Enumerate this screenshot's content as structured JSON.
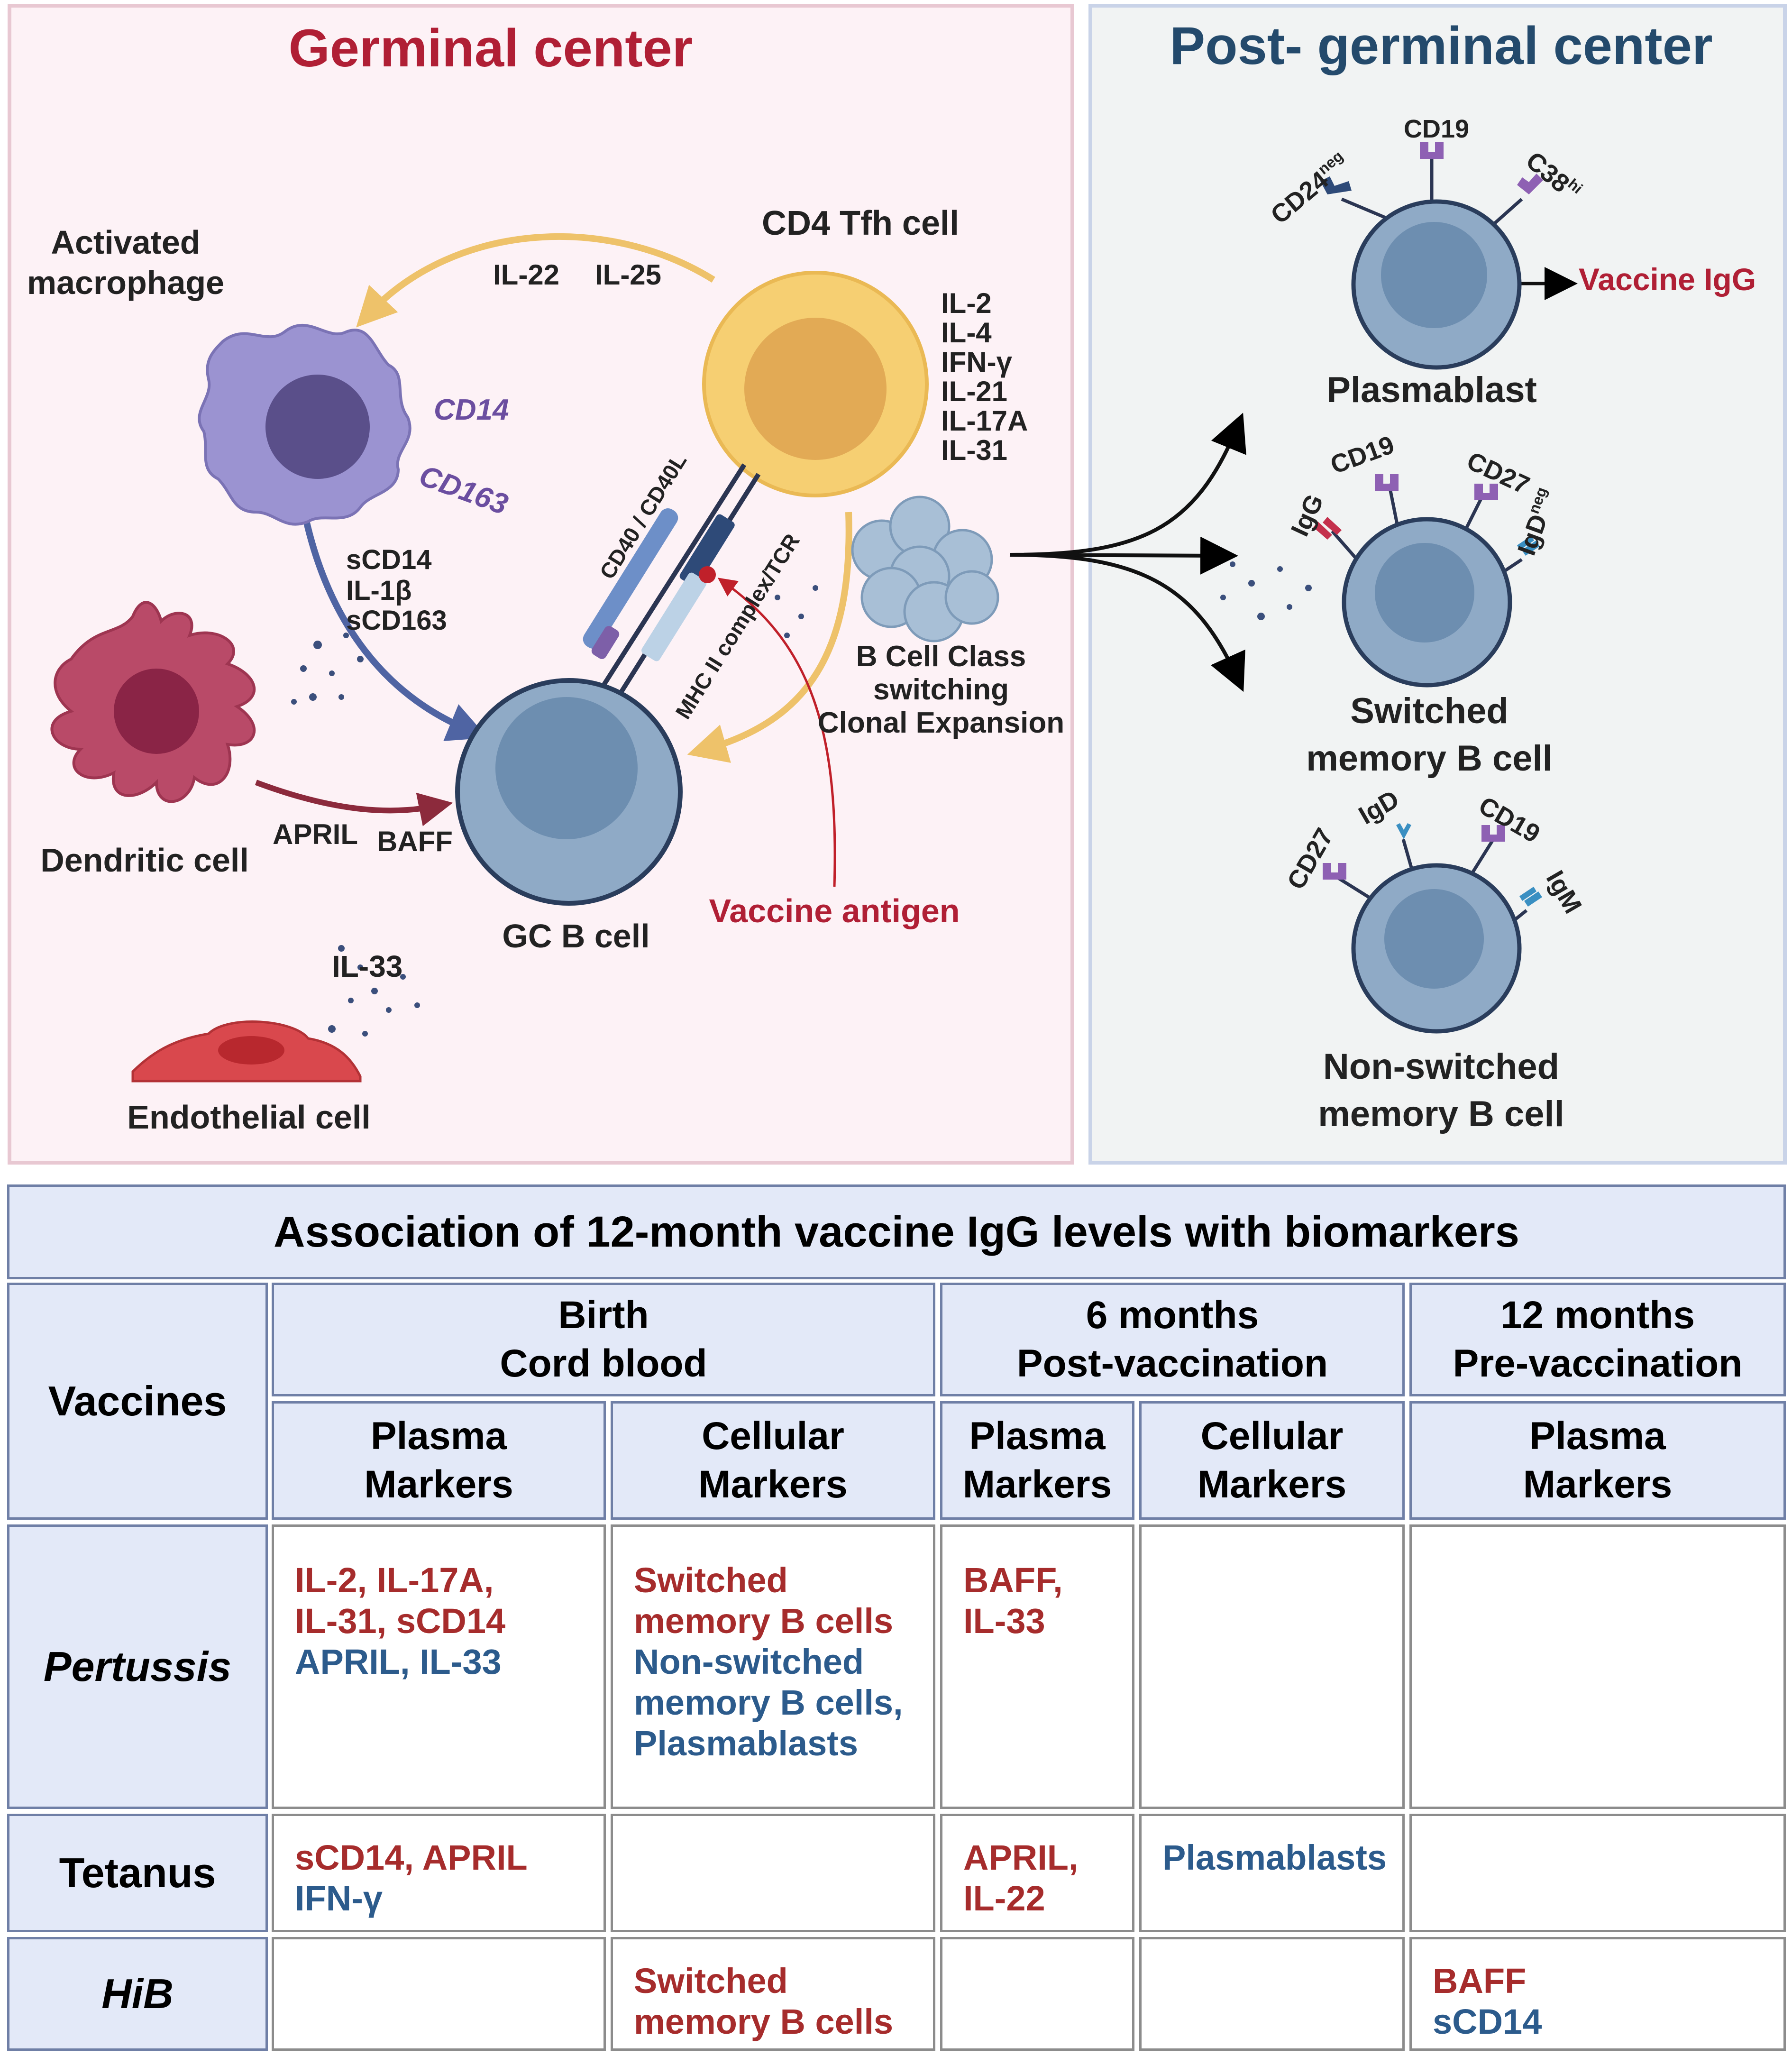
{
  "panels": {
    "germinal_title": "Germinal center",
    "post_title": "Post- germinal center"
  },
  "cells": {
    "macrophage": [
      "Activated",
      "macrophage"
    ],
    "tfh": "CD4 Tfh cell",
    "dendritic": "Dendritic cell",
    "gc_b": "GC B cell",
    "endothelial": "Endothelial cell",
    "plasmablast": "Plasmablast",
    "switched": [
      "Switched",
      "memory B cell"
    ],
    "nonswitched": [
      "Non-switched",
      "memory B cell"
    ]
  },
  "labels": {
    "il22": "IL-22",
    "il25": "IL-25",
    "tfh_cytokines": [
      "IL-2",
      "IL-4",
      "IFN-γ",
      "IL-21",
      "IL-17A",
      "IL-31"
    ],
    "cd14": "CD14",
    "cd163": "CD163",
    "mac_soluble": [
      "sCD14",
      "IL-1β",
      "sCD163"
    ],
    "cd40": "CD40 / CD40L",
    "mhc": "MHC II complex/TCR",
    "class_switch": [
      "B Cell Class",
      "switching",
      "Clonal Expansion"
    ],
    "april": "APRIL",
    "baff": "BAFF",
    "vaccine_antigen": "Vaccine antigen",
    "il33": "IL-33",
    "vaccine_igg": "Vaccine IgG",
    "cd19": "CD19",
    "cd24": "CD24",
    "cd24_sup": "neg",
    "c38": "C38",
    "c38_sup": "hi",
    "igg": "IgG",
    "cd27": "CD27",
    "igd": "IgD",
    "igd_sup": "neg",
    "igd_plain": "IgD",
    "igm": "IgM"
  },
  "table": {
    "title": "Association of 12-month vaccine IgG levels with biomarkers",
    "vaccines_header": "Vaccines",
    "groups": [
      {
        "line1": "Birth",
        "line2": "Cord blood"
      },
      {
        "line1": "6 months",
        "line2": "Post-vaccination"
      },
      {
        "line1": "12 months",
        "line2": "Pre-vaccination"
      }
    ],
    "subheaders": [
      {
        "line1": "Plasma",
        "line2": "Markers"
      },
      {
        "line1": "Cellular",
        "line2": "Markers"
      },
      {
        "line1": "Plasma",
        "line2": "Markers"
      },
      {
        "line1": "Cellular",
        "line2": "Markers"
      },
      {
        "line1": "Plasma",
        "line2": "Markers"
      }
    ],
    "rows": [
      {
        "vaccine": "Pertussis",
        "cells": [
          {
            "red": [
              "IL-2, IL-17A,",
              "IL-31, sCD14"
            ],
            "blue": [
              "APRIL, IL-33"
            ]
          },
          {
            "red": [
              "Switched",
              "memory B cells"
            ],
            "blue": [
              "Non-switched",
              "memory B cells,",
              "Plasmablasts"
            ]
          },
          {
            "red": [
              "BAFF,",
              "IL-33"
            ],
            "blue": []
          },
          {
            "red": [],
            "blue": []
          },
          {
            "red": [],
            "blue": []
          }
        ]
      },
      {
        "vaccine": "Tetanus",
        "cells": [
          {
            "red": [
              "sCD14, APRIL"
            ],
            "blue": [
              "IFN-γ"
            ]
          },
          {
            "red": [],
            "blue": []
          },
          {
            "red": [
              "APRIL,",
              "IL-22"
            ],
            "blue": []
          },
          {
            "red": [],
            "blue": [
              "Plasmablasts"
            ]
          },
          {
            "red": [],
            "blue": []
          }
        ]
      },
      {
        "vaccine": "HiB",
        "cells": [
          {
            "red": [],
            "blue": []
          },
          {
            "red": [
              "Switched",
              "memory B cells"
            ],
            "blue": []
          },
          {
            "red": [],
            "blue": []
          },
          {
            "red": [],
            "blue": []
          },
          {
            "red": [
              "BAFF"
            ],
            "blue": [
              "sCD14"
            ]
          }
        ]
      }
    ]
  },
  "colors": {
    "germinal_bg": "#fdf2f6",
    "post_bg": "#f1f3f3",
    "red_text": "#a62c2c",
    "blue_text": "#2c5b8c",
    "header_bg": "#e3e9f8",
    "macrophage": "#9b93d1",
    "tfh": "#f6cf72",
    "bcell": "#8faac6",
    "dendritic": "#b94a68",
    "endothelial": "#d9484d",
    "arrow_gold": "#eec26a",
    "arrow_blue": "#4f64a3",
    "arrow_maroon": "#8c2a3c"
  }
}
